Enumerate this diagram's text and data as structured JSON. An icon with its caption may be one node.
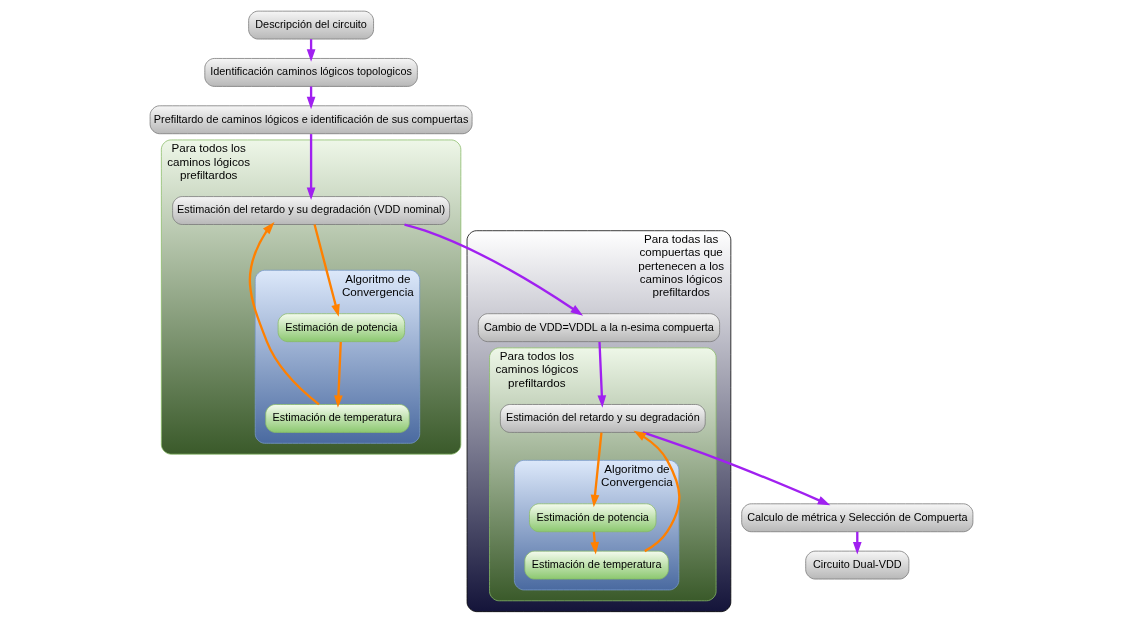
{
  "diagram": {
    "nodes": [
      {
        "text": [
          "Descripción del circuito"
        ]
      },
      {
        "text": [
          "Identificación caminos lógicos topologicos"
        ]
      },
      {
        "text": [
          "Prefiltardo de caminos lógicos e identificación de sus compuertas"
        ]
      },
      {
        "text": [
          "Para todos los caminos lógicos prefiltardos"
        ]
      },
      {
        "text": [
          "Algoritmo de Convergencia"
        ],
        "in": 3
      },
      {
        "text": [
          "Estimación de potencia"
        ],
        "in": 4
      },
      {
        "text": [
          "Estimación de temperatura"
        ],
        "in": 4
      },
      {
        "text": [
          "Estimación del retardo y su degradación (VDD nominal)"
        ],
        "in": 3
      },
      {
        "text": [
          "Para todas las compuertas que pertenecen a los caminos lógicos prefiltardos"
        ]
      },
      {
        "text": [
          "Cambio de VDD=VDDL a la n-esima compuerta"
        ],
        "in": 8
      },
      {
        "text": [
          "Para todos los caminos lógicos prefiltardos"
        ],
        "in": 8
      },
      {
        "text": [
          "Estimación del retardo y su degradación"
        ],
        "in": 10
      },
      {
        "text": [
          "Algoritmo de Convergencia"
        ],
        "in": 10
      },
      {
        "text": [
          "Estimación de potencia"
        ],
        "in": 12
      },
      {
        "text": [
          "Estimación de temperatura"
        ],
        "in": 12
      },
      {
        "text": [
          "Calculo de métrica y Selección de Compuerta"
        ]
      },
      {
        "text": [
          "Circuito Dual-VDD"
        ]
      }
    ],
    "edges": [
      {
        "from": 0,
        "to": 1,
        "arrow": "to"
      },
      {
        "from": 1,
        "to": 2,
        "arrow": "to"
      },
      {
        "from": 2,
        "to": 7,
        "arrow": "to"
      },
      {
        "from": 7,
        "to": 5,
        "arrow": "to",
        "color": "#ff8000"
      },
      {
        "from": 5,
        "to": 6,
        "arrow": "to",
        "color": "#ff8000"
      },
      {
        "from": 6,
        "to": 7,
        "arrow": "to",
        "color": "#ff8000"
      },
      {
        "from": 7,
        "to": 9,
        "arrow": "to"
      },
      {
        "from": 9,
        "to": 11,
        "arrow": "to"
      },
      {
        "from": 11,
        "to": 13,
        "arrow": "to",
        "color": "#ff8000"
      },
      {
        "from": 13,
        "to": 14,
        "arrow": "to",
        "color": "#ff8000"
      },
      {
        "from": 14,
        "to": 11,
        "arrow": "to",
        "color": "#ff8000"
      },
      {
        "from": 11,
        "to": 15,
        "arrow": "to"
      },
      {
        "from": 15,
        "to": 16,
        "arrow": "to"
      }
    ]
  }
}
